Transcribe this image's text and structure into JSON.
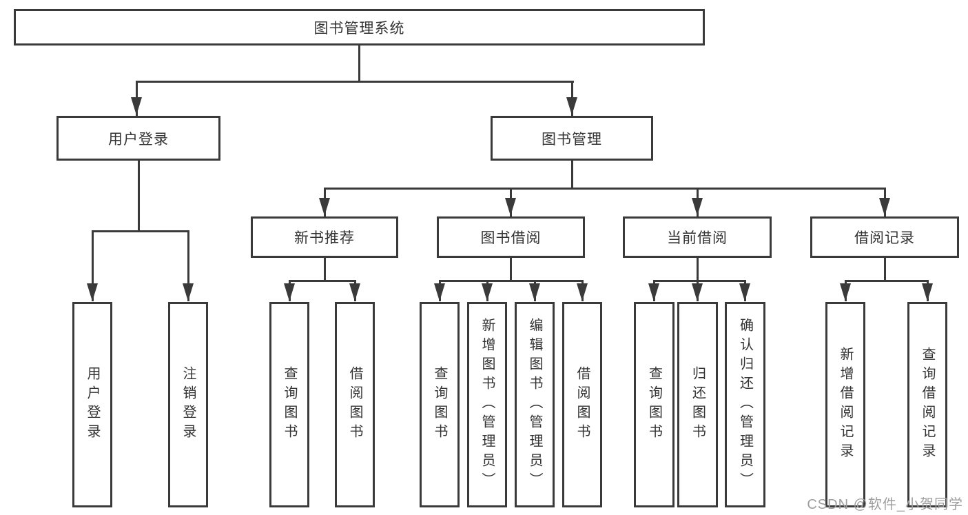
{
  "root": {
    "label": "图书管理系统"
  },
  "level2": [
    {
      "label": "用户登录"
    },
    {
      "label": "图书管理"
    }
  ],
  "level3": [
    {
      "label": "新书推荐"
    },
    {
      "label": "图书借阅"
    },
    {
      "label": "当前借阅"
    },
    {
      "label": "借阅记录"
    }
  ],
  "leaves": [
    {
      "label": "用户登录"
    },
    {
      "label": "注销登录"
    },
    {
      "label": "查询图书"
    },
    {
      "label": "借阅图书"
    },
    {
      "label": "查询图书"
    },
    {
      "label": "新增图书（管理员）"
    },
    {
      "label": "编辑图书（管理员）"
    },
    {
      "label": "借阅图书"
    },
    {
      "label": "查询图书"
    },
    {
      "label": "归还图书"
    },
    {
      "label": "确认归还（管理员）"
    },
    {
      "label": "新增借阅记录"
    },
    {
      "label": "查询借阅记录"
    }
  ],
  "structure": {
    "图书管理系统": {
      "用户登录": [
        "用户登录",
        "注销登录"
      ],
      "图书管理": {
        "新书推荐": [
          "查询图书",
          "借阅图书"
        ],
        "图书借阅": [
          "查询图书",
          "新增图书（管理员）",
          "编辑图书（管理员）",
          "借阅图书"
        ],
        "当前借阅": [
          "查询图书",
          "归还图书",
          "确认归还（管理员）"
        ],
        "借阅记录": [
          "新增借阅记录",
          "查询借阅记录"
        ]
      }
    }
  },
  "watermark": {
    "text": "CSDN @软件_小贺同学"
  },
  "colors": {
    "line": "#3a3a3a",
    "text": "#333333",
    "watermark": "#9e9e9e",
    "background": "#ffffff"
  }
}
